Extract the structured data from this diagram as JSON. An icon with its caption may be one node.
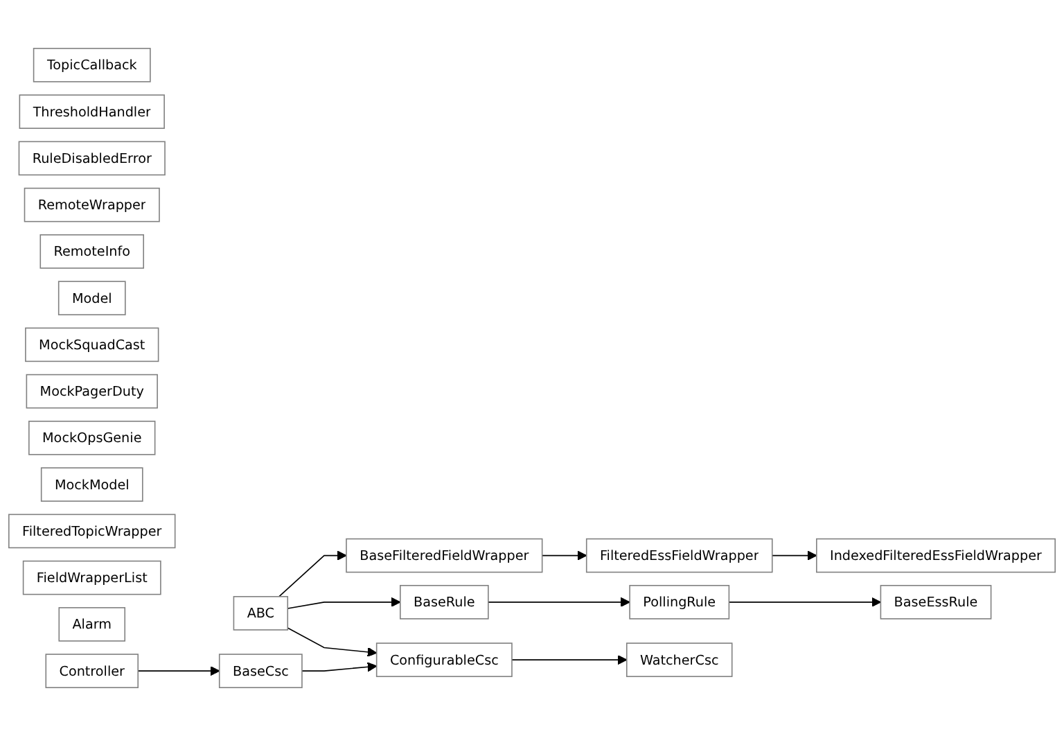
{
  "diagram": {
    "nodes": [
      {
        "text": [
          "TopicCallback"
        ]
      },
      {
        "text": [
          "ThresholdHandler"
        ]
      },
      {
        "text": [
          "RuleDisabledError"
        ]
      },
      {
        "text": [
          "RemoteWrapper"
        ]
      },
      {
        "text": [
          "RemoteInfo"
        ]
      },
      {
        "text": [
          "Model"
        ]
      },
      {
        "text": [
          "MockSquadCast"
        ]
      },
      {
        "text": [
          "MockPagerDuty"
        ]
      },
      {
        "text": [
          "MockOpsGenie"
        ]
      },
      {
        "text": [
          "MockModel"
        ]
      },
      {
        "text": [
          "FilteredTopicWrapper"
        ]
      },
      {
        "text": [
          "FieldWrapperList"
        ]
      },
      {
        "text": [
          "BaseFilteredFieldWrapper"
        ]
      },
      {
        "text": [
          "FilteredEssFieldWrapper"
        ]
      },
      {
        "text": [
          "IndexedFilteredEssFieldWrapper"
        ]
      },
      {
        "text": [
          "Alarm"
        ]
      },
      {
        "text": [
          "ABC"
        ]
      },
      {
        "text": [
          "BaseRule"
        ]
      },
      {
        "text": [
          "PollingRule"
        ]
      },
      {
        "text": [
          "BaseEssRule"
        ]
      },
      {
        "text": [
          "Controller"
        ]
      },
      {
        "text": [
          "BaseCsc"
        ]
      },
      {
        "text": [
          "ConfigurableCsc"
        ]
      },
      {
        "text": [
          "WatcherCsc"
        ]
      }
    ],
    "edges": [
      {
        "from": 16,
        "to": 12,
        "arrow": "to"
      },
      {
        "from": 12,
        "to": 13,
        "arrow": "to"
      },
      {
        "from": 13,
        "to": 14,
        "arrow": "to"
      },
      {
        "from": 16,
        "to": 17,
        "arrow": "to"
      },
      {
        "from": 17,
        "to": 18,
        "arrow": "to"
      },
      {
        "from": 18,
        "to": 19,
        "arrow": "to"
      },
      {
        "from": 16,
        "to": 22,
        "arrow": "to"
      },
      {
        "from": 20,
        "to": 21,
        "arrow": "to"
      },
      {
        "from": 21,
        "to": 22,
        "arrow": "to"
      },
      {
        "from": 22,
        "to": 23,
        "arrow": "to"
      }
    ]
  }
}
